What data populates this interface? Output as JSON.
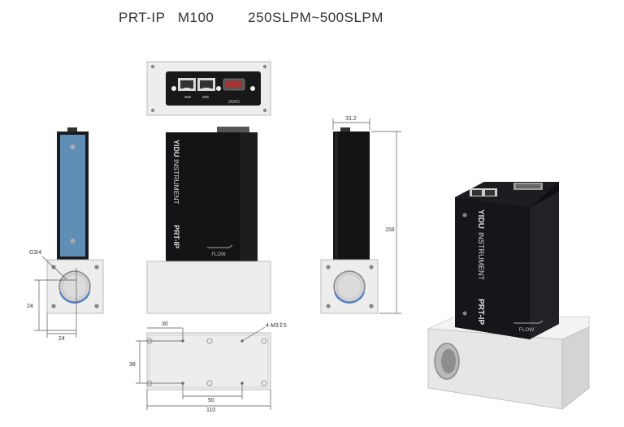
{
  "title": {
    "model": "PRT-IP",
    "series": "M100",
    "range": "250SLPM~500SLPM"
  },
  "labels": {
    "brand_bold": "YIDU",
    "brand_light": "INSTRUMENT",
    "product": "PRT-IP",
    "flow": "FLOW",
    "zero": "ZERO"
  },
  "dimensions": {
    "thread": "G3/4",
    "side_h": "24",
    "side_w": "24",
    "width": "31.2",
    "height": "158",
    "bottom_30": "30",
    "bottom_38": "38",
    "bottom_50": "50",
    "bottom_110": "110",
    "screws": "4-M3↧5"
  },
  "colors": {
    "body": "#141416",
    "body_edge": "#2a2a2e",
    "side_panel": "#5f8fb7",
    "base": "#e9e9e9",
    "base_edge": "#bdbdbd"
  }
}
